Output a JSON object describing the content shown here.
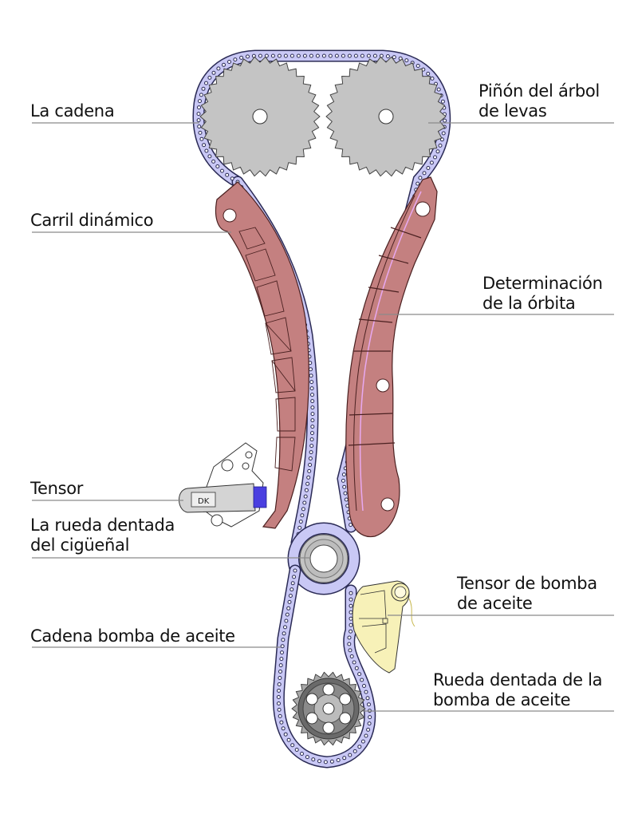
{
  "title": "Timing chain system diagram",
  "colors": {
    "chain_fill": "#c9c8f5",
    "chain_stroke": "#2a2a55",
    "sprocket_fill": "#c4c4c4",
    "guide_fill": "#c48080",
    "guide_stroke": "#4a2020",
    "tensor_plunger": "#4a3fe0",
    "oil_tensioner_fill": "#f7f1b8",
    "leader_line": "#8a8a8a",
    "text": "#111111"
  },
  "labels": {
    "chain": [
      "La cadena"
    ],
    "camshaft_sprocket": [
      "Piñón del árbol",
      "de levas"
    ],
    "dynamic_rail": [
      "Carril dinámico"
    ],
    "fixed_guide": [
      "Determinación",
      "de la órbita"
    ],
    "tensioner": [
      "Tensor"
    ],
    "crankshaft_sprocket": [
      "La rueda dentada",
      "del cigüeñal"
    ],
    "oil_pump_tensioner": [
      "Tensor de bomba",
      "de aceite"
    ],
    "oil_pump_chain": [
      "Cadena bomba de aceite"
    ],
    "oil_pump_sprocket": [
      "Rueda dentada de la",
      "bomba de aceite"
    ]
  },
  "tensioner_mark": "DK"
}
